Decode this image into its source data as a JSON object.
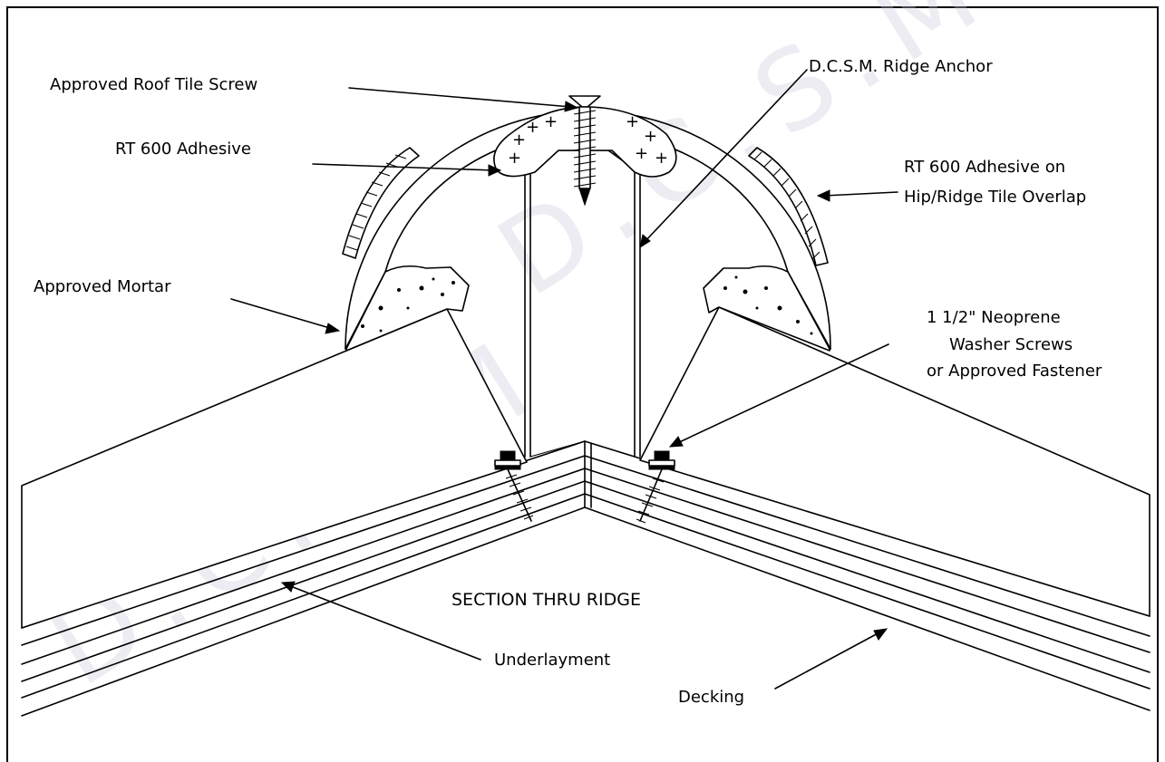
{
  "watermark": "D.C.S.M",
  "title": "SECTION THRU RIDGE",
  "labels": {
    "screw": "Approved Roof Tile Screw",
    "anchor": "D.C.S.M. Ridge Anchor",
    "adhesive": "RT 600 Adhesive",
    "overlap_line1": "RT 600 Adhesive on",
    "overlap_line2": "Hip/Ridge Tile Overlap",
    "mortar": "Approved Mortar",
    "washer_line1": "1 1/2\" Neoprene",
    "washer_line2": "Washer Screws",
    "washer_line3": "or Approved Fastener",
    "underlayment": "Underlayment",
    "decking": "Decking"
  }
}
